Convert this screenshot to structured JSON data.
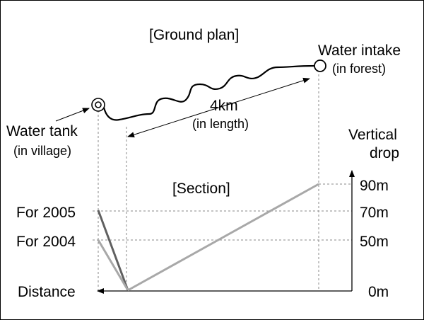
{
  "ground_plan": {
    "title": "[Ground plan]",
    "water_intake": {
      "name": "Water intake",
      "note": "(in forest)"
    },
    "water_tank": {
      "name": "Water tank",
      "note": "(in village)"
    },
    "length": {
      "value": "4km",
      "note": "(in length)"
    }
  },
  "section": {
    "title": "[Section]",
    "vertical_axis_title_1": "Vertical",
    "vertical_axis_title_2": "drop",
    "distance_label": "Distance",
    "left_labels": [
      "For 2005",
      "For 2004"
    ],
    "right_ticks": [
      "90m",
      "70m",
      "50m",
      "0m"
    ]
  },
  "colors": {
    "line_2005": "#606060",
    "line_2004": "#a8a8a8",
    "pipe_rise": "#a8a8a8",
    "guides": "#8a8a8a"
  }
}
